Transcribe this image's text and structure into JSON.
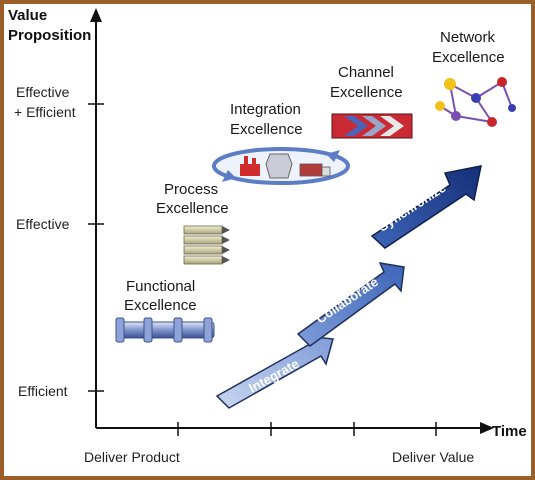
{
  "y_axis": {
    "title_line1": "Value",
    "title_line2": "Proposition",
    "ticks": {
      "efficient": "Efficient",
      "effective": "Effective",
      "effective_efficient_line1": "Effective",
      "effective_efficient_line2": "+ Efficient"
    }
  },
  "x_axis": {
    "title": "Time",
    "labels": {
      "start": "Deliver Product",
      "end": "Deliver Value"
    }
  },
  "stages": {
    "functional": {
      "line1": "Functional",
      "line2": "Excellence"
    },
    "process": {
      "line1": "Process",
      "line2": "Excellence"
    },
    "integration": {
      "line1": "Integration",
      "line2": "Excellence"
    },
    "channel": {
      "line1": "Channel",
      "line2": "Excellence"
    },
    "network": {
      "line1": "Network",
      "line2": "Excellence"
    }
  },
  "steps": {
    "integrate": "Integrate",
    "collaborate": "Collaborate",
    "synchronize": "Synchronize"
  },
  "colors": {
    "frame": "#9a5f28",
    "arrow_light": "#b8c8ec",
    "arrow_mid": "#4f78c6",
    "arrow_dark": "#16337a"
  }
}
